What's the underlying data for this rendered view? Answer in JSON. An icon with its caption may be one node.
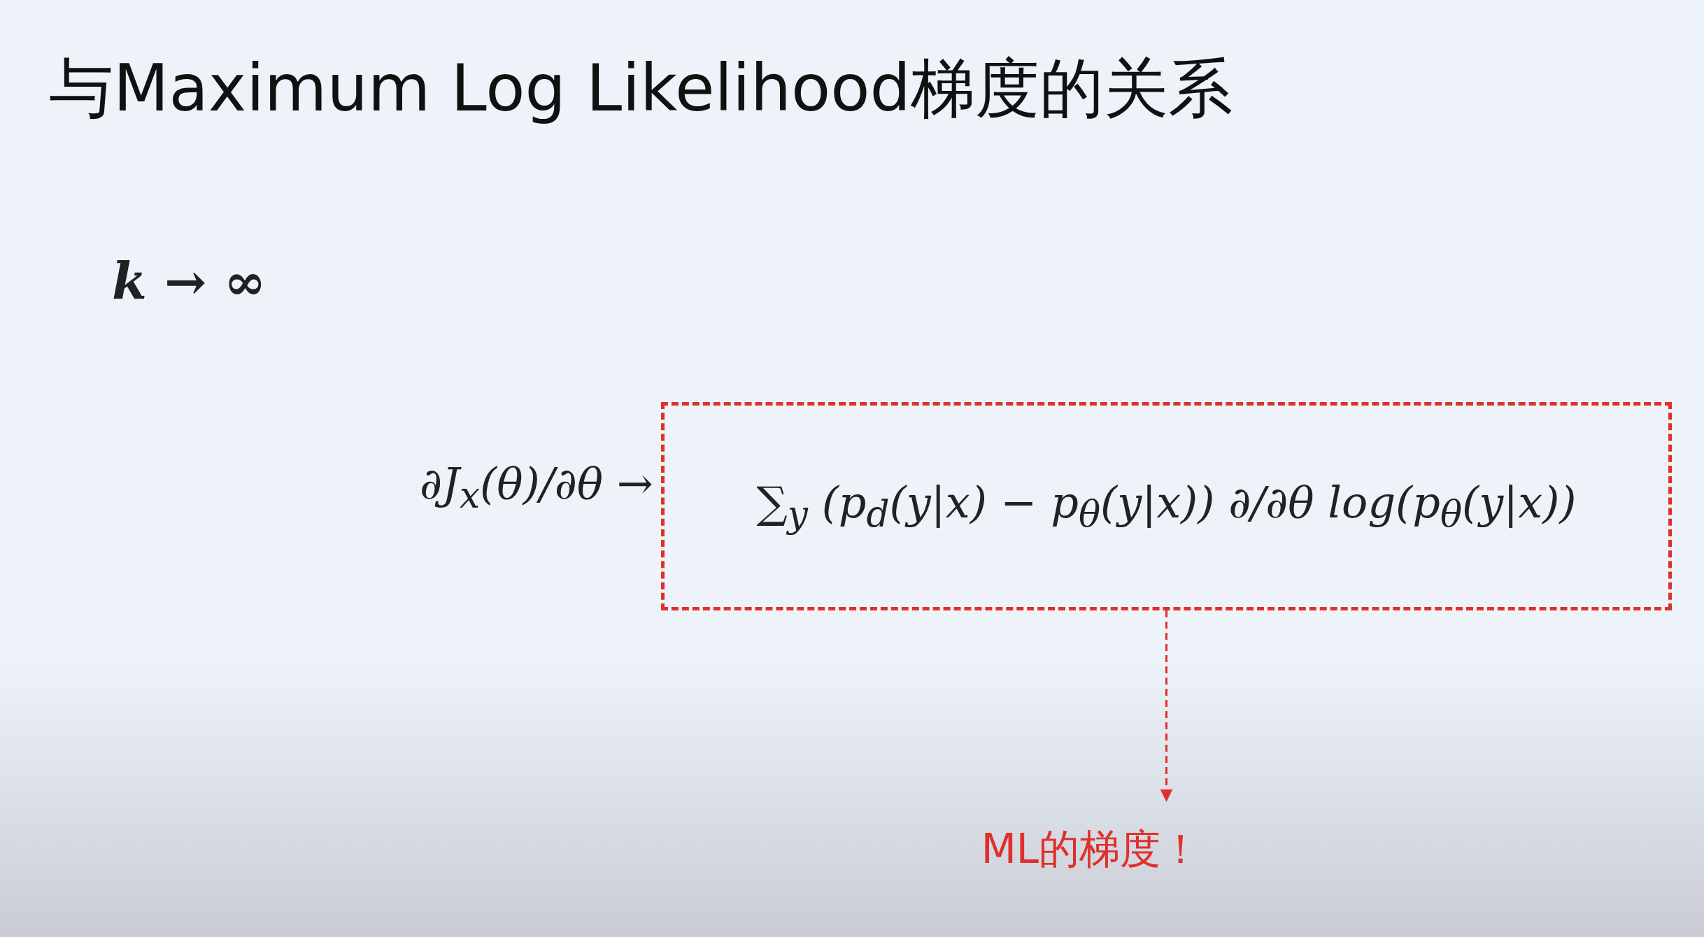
{
  "diagram": {
    "title": "与Maximum Log Likelihood梯度的关系",
    "nodes": [
      {
        "text": [
          "∑$_{y}$ (p$_{d}$(y|x) − p$_{θ}$(y|x)) ∂/∂θ log(p$_{θ}$(y|x))"
        ]
      },
      {
        "text": [
          "ML的梯度！"
        ]
      }
    ],
    "edges": [
      {
        "from": 0,
        "to": 1,
        "arrow": "to",
        "style": "dashed",
        "color": "#e0302c"
      }
    ],
    "labels": [
      "k → ∞",
      "∂J$_{x}$(θ)/∂θ →"
    ]
  }
}
